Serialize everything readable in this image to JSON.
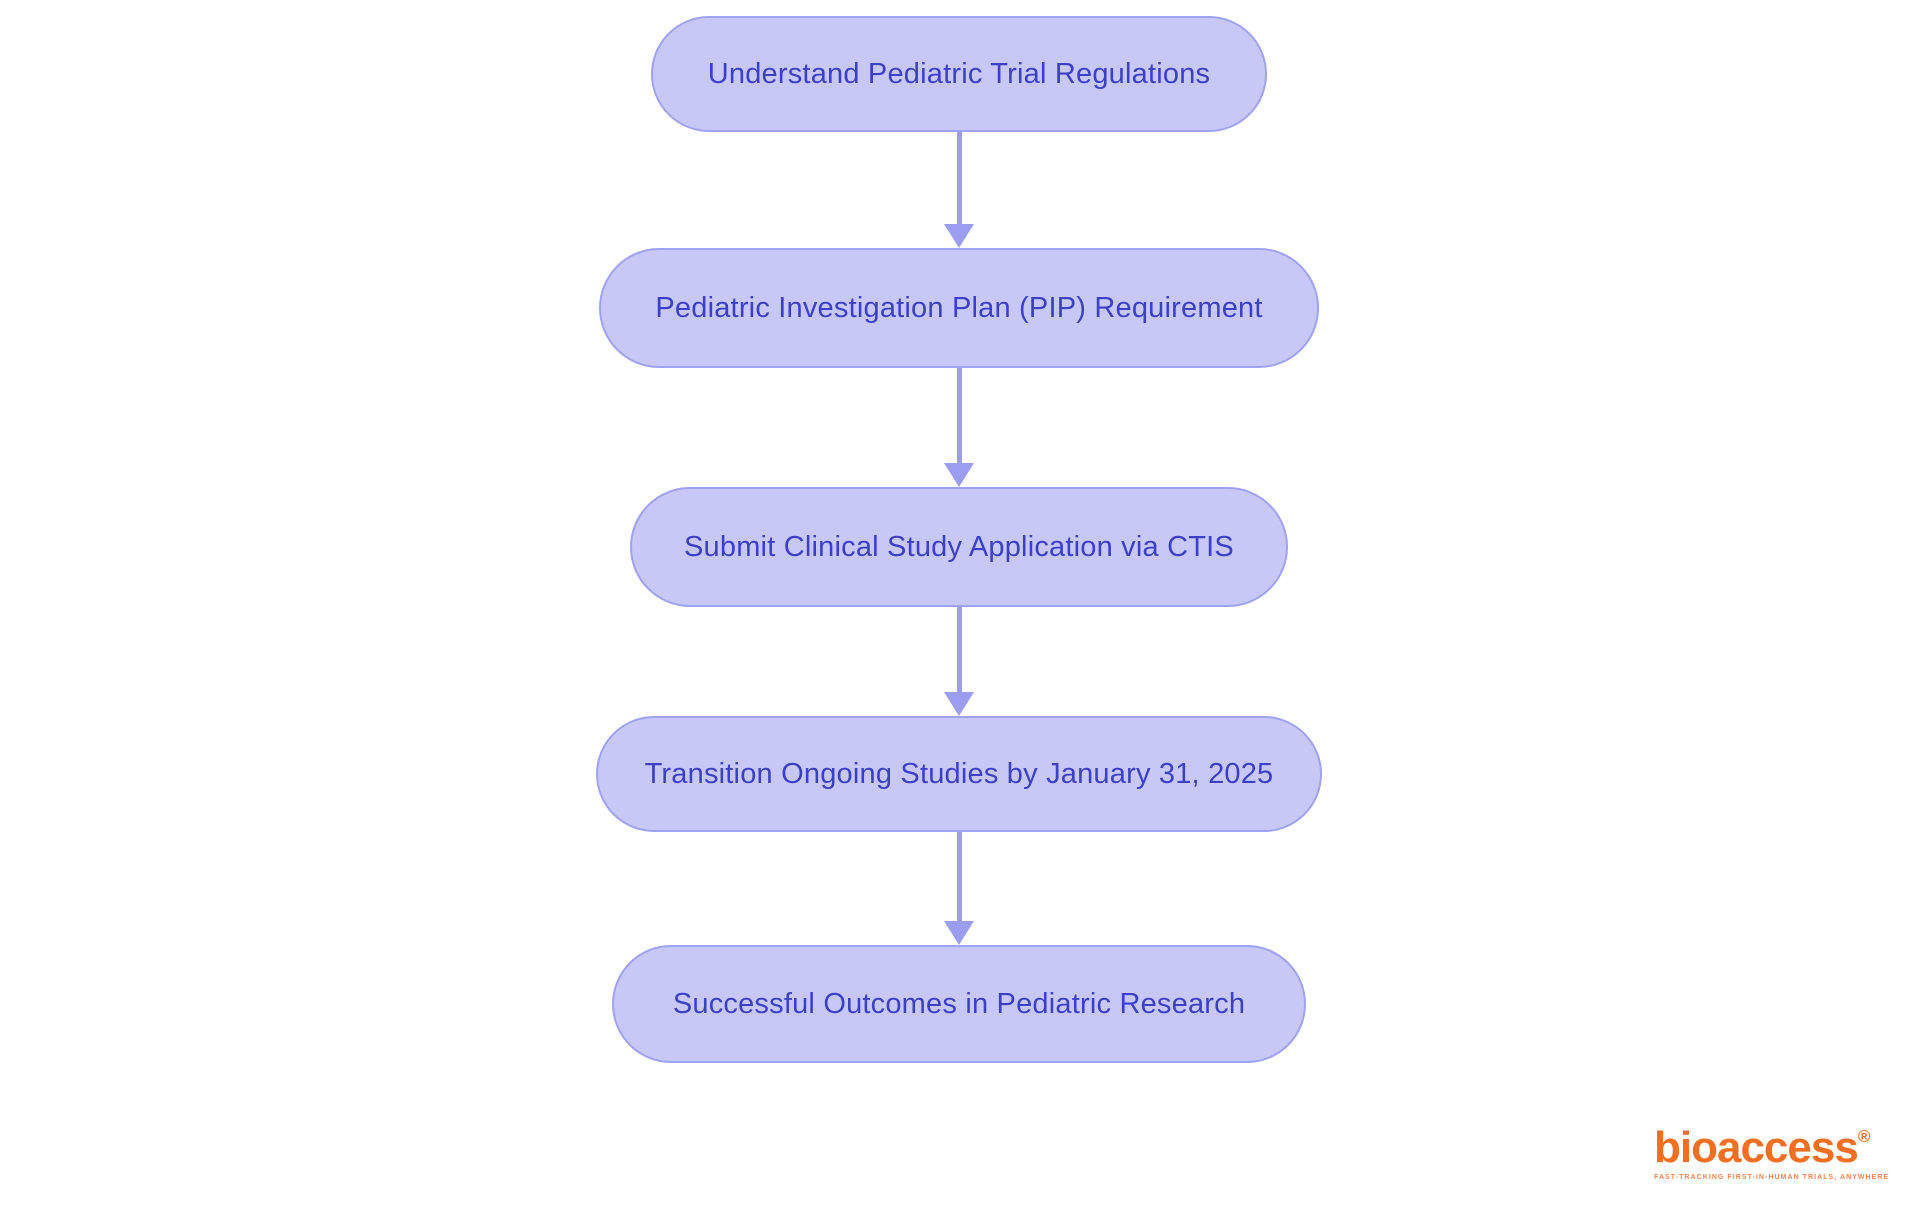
{
  "diagram": {
    "type": "flowchart",
    "direction": "top-down",
    "nodes": [
      {
        "label": "Understand Pediatric Trial Regulations"
      },
      {
        "label": "Pediatric Investigation Plan (PIP) Requirement"
      },
      {
        "label": "Submit Clinical Study Application via CTIS"
      },
      {
        "label": "Transition Ongoing Studies by January 31, 2025"
      },
      {
        "label": "Successful Outcomes in Pediatric Research"
      }
    ],
    "edges": [
      {
        "from": 0,
        "to": 1
      },
      {
        "from": 1,
        "to": 2
      },
      {
        "from": 2,
        "to": 3
      },
      {
        "from": 3,
        "to": 4
      }
    ],
    "colors": {
      "node_fill": "#C7C8F8",
      "node_border": "#9FA2F0",
      "node_text": "#3C40C7",
      "arrow": "#9A9DF0",
      "background": "#FFFFFF"
    }
  },
  "logo": {
    "brand": "bioaccess",
    "registered_mark": "®",
    "tagline": "FAST-TRACKING FIRST-IN-HUMAN TRIALS, ANYWHERE",
    "brand_color": "#F26F21",
    "tagline_color": "#F5854B"
  }
}
